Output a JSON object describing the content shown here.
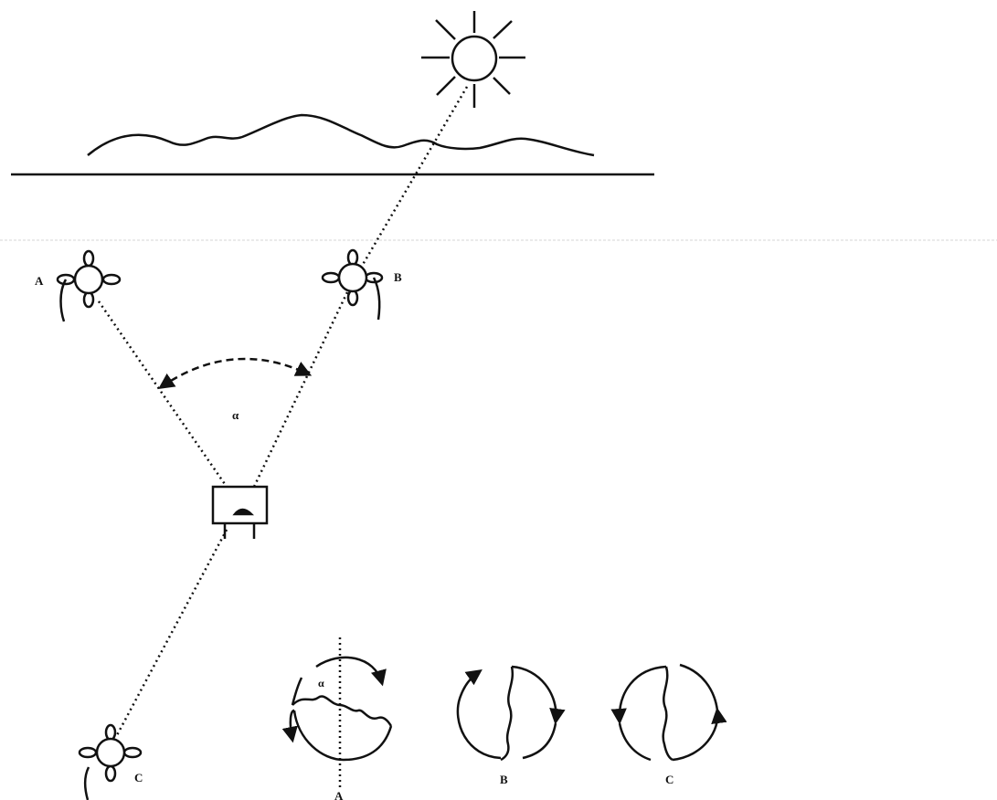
{
  "labels": {
    "flower_a": "A",
    "flower_b": "B",
    "flower_c": "C",
    "angle": "α",
    "angle_small": "α",
    "dance_a": "A",
    "dance_b": "B",
    "dance_c": "C"
  },
  "colors": {
    "ink": "#111111",
    "background": "#ffffff",
    "faint_line": "#d6d6d6"
  }
}
